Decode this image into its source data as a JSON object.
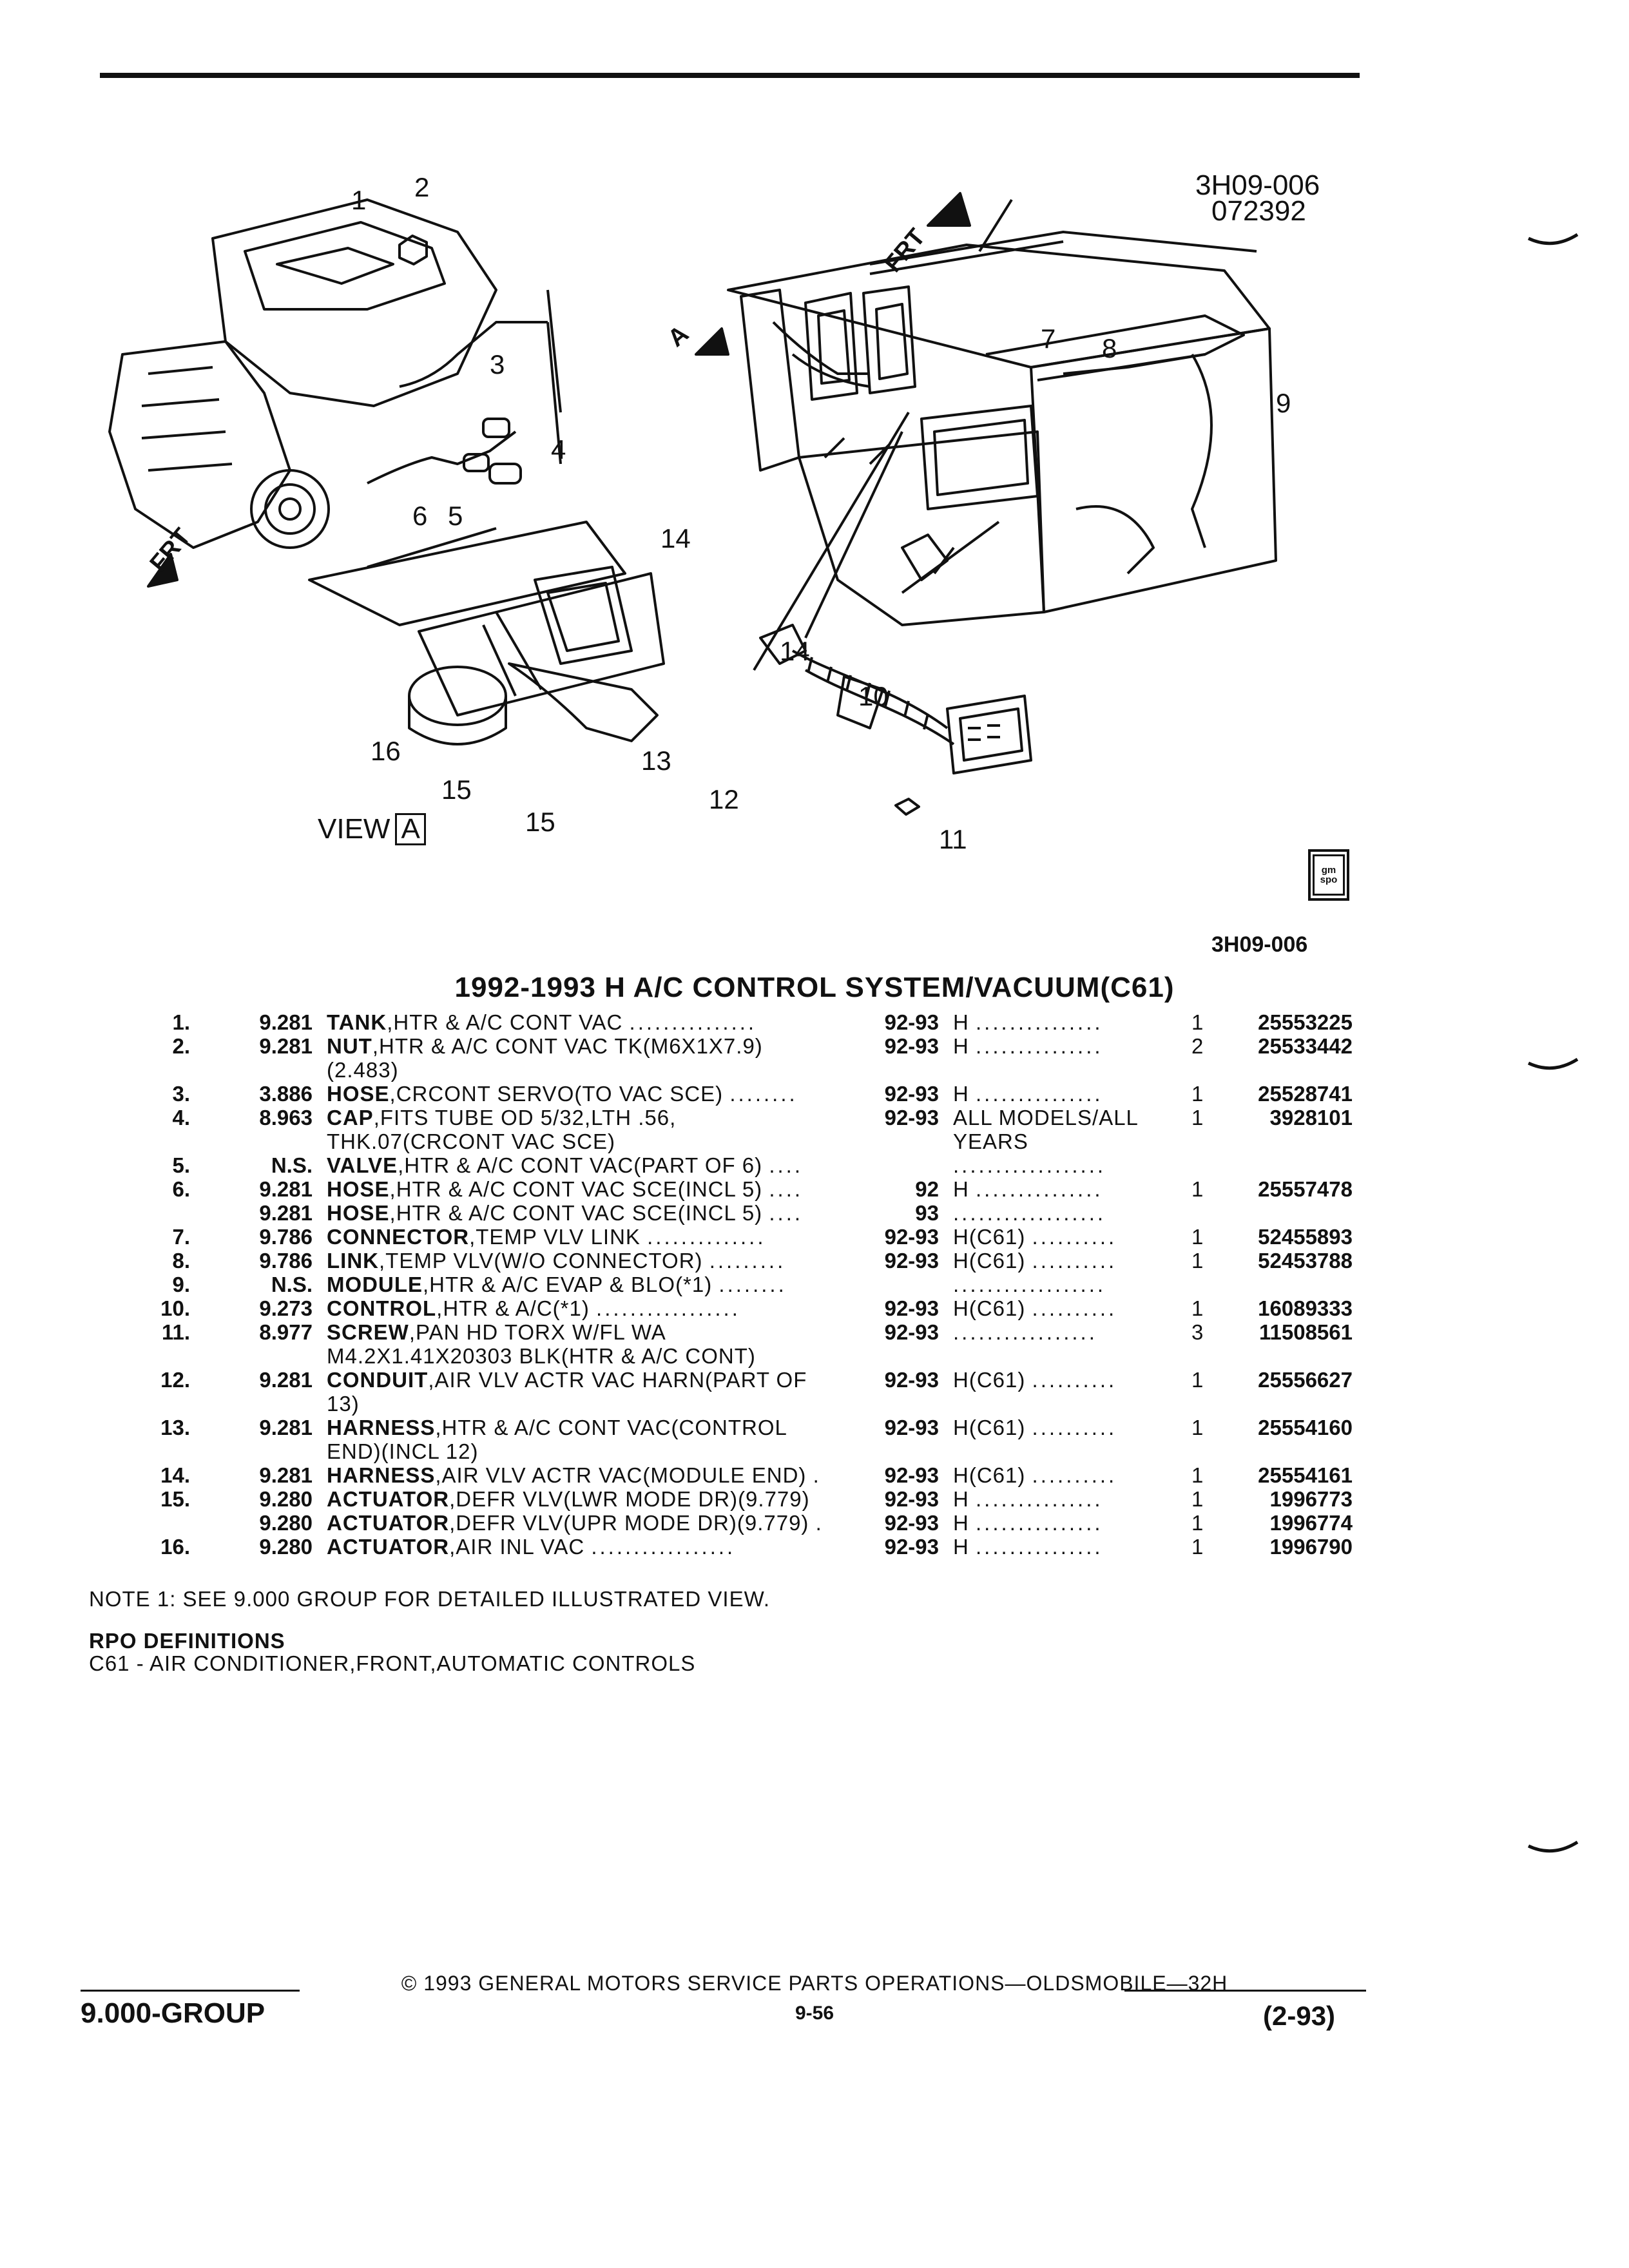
{
  "figure": {
    "code": "3H09-006",
    "date_code": "072392",
    "code_below": "3H09-006",
    "view_label": "VIEW",
    "view_letter": "A",
    "arrow_front": "FRT",
    "arrow_view": "A",
    "callouts": [
      "1",
      "2",
      "3",
      "4",
      "5",
      "6",
      "7",
      "8",
      "9",
      "10",
      "11",
      "12",
      "13",
      "14",
      "14",
      "15",
      "15",
      "16"
    ],
    "logo_text": "gm spo"
  },
  "title": "1992-1993 H A/C CONTROL SYSTEM/VACUUM(C61)",
  "parts": [
    {
      "num": "1.",
      "group": "9.281",
      "name": "TANK",
      "desc": ",HTR & A/C CONT VAC",
      "dots": "...............",
      "years": "92-93",
      "model": "H",
      "mdots": "...............",
      "qty": "1",
      "pn": "25553225"
    },
    {
      "num": "2.",
      "group": "9.281",
      "name": "NUT",
      "desc": ",HTR & A/C CONT VAC TK(M6X1X7.9)",
      "dots": "",
      "years": "92-93",
      "model": "H",
      "mdots": "...............",
      "qty": "2",
      "pn": "25533442"
    },
    {
      "num": "",
      "group": "",
      "name": "",
      "desc": "(2.483)",
      "dots": "",
      "years": "",
      "model": "",
      "mdots": "",
      "qty": "",
      "pn": ""
    },
    {
      "num": "3.",
      "group": "3.886",
      "name": "HOSE",
      "desc": ",CRCONT SERVO(TO VAC SCE)",
      "dots": "........",
      "years": "92-93",
      "model": "H",
      "mdots": "...............",
      "qty": "1",
      "pn": "25528741"
    },
    {
      "num": "4.",
      "group": "8.963",
      "name": "CAP",
      "desc": ",FITS TUBE OD 5/32,LTH .56,",
      "dots": "",
      "years": "92-93",
      "model": "ALL MODELS/ALL",
      "mdots": "",
      "qty": "1",
      "pn": "3928101"
    },
    {
      "num": "",
      "group": "",
      "name": "",
      "desc": "THK.07(CRCONT VAC SCE)",
      "dots": "",
      "years": "",
      "model": "YEARS",
      "mdots": "",
      "qty": "",
      "pn": ""
    },
    {
      "num": "5.",
      "group": "N.S.",
      "name": "VALVE",
      "desc": ",HTR & A/C CONT VAC(PART OF 6)",
      "dots": "....",
      "years": "",
      "model": "",
      "mdots": "..................",
      "qty": "",
      "pn": ""
    },
    {
      "num": "6.",
      "group": "9.281",
      "name": "HOSE",
      "desc": ",HTR & A/C CONT VAC SCE(INCL 5)",
      "dots": "....",
      "years": "92",
      "model": "H",
      "mdots": "...............",
      "qty": "1",
      "pn": "25557478"
    },
    {
      "num": "",
      "group": "9.281",
      "name": "HOSE",
      "desc": ",HTR & A/C CONT VAC SCE(INCL 5)",
      "dots": "....",
      "years": "93",
      "model": "",
      "mdots": "..................",
      "qty": "",
      "pn": ""
    },
    {
      "num": "7.",
      "group": "9.786",
      "name": "CONNECTOR",
      "desc": ",TEMP VLV LINK",
      "dots": "..............",
      "years": "92-93",
      "model": "H(C61)",
      "mdots": "..........",
      "qty": "1",
      "pn": "52455893"
    },
    {
      "num": "8.",
      "group": "9.786",
      "name": "LINK",
      "desc": ",TEMP VLV(W/O CONNECTOR)",
      "dots": ".........",
      "years": "92-93",
      "model": "H(C61)",
      "mdots": "..........",
      "qty": "1",
      "pn": "52453788"
    },
    {
      "num": "9.",
      "group": "N.S.",
      "name": "MODULE",
      "desc": ",HTR & A/C EVAP & BLO(*1)",
      "dots": "........",
      "years": "",
      "model": "",
      "mdots": "..................",
      "qty": "",
      "pn": ""
    },
    {
      "num": "10.",
      "group": "9.273",
      "name": "CONTROL",
      "desc": ",HTR & A/C(*1)",
      "dots": ".................",
      "years": "92-93",
      "model": "H(C61)",
      "mdots": "..........",
      "qty": "1",
      "pn": "16089333"
    },
    {
      "num": "11.",
      "group": "8.977",
      "name": "SCREW",
      "desc": ",PAN HD TORX W/FL WA",
      "dots": "",
      "years": "92-93",
      "model": "",
      "mdots": ".................",
      "qty": "3",
      "pn": "11508561"
    },
    {
      "num": "",
      "group": "",
      "name": "",
      "desc": "M4.2X1.41X20303 BLK(HTR & A/C CONT)",
      "dots": "",
      "years": "",
      "model": "",
      "mdots": "",
      "qty": "",
      "pn": ""
    },
    {
      "num": "12.",
      "group": "9.281",
      "name": "CONDUIT",
      "desc": ",AIR VLV ACTR VAC HARN(PART OF",
      "dots": "",
      "years": "92-93",
      "model": "H(C61)",
      "mdots": "..........",
      "qty": "1",
      "pn": "25556627"
    },
    {
      "num": "",
      "group": "",
      "name": "",
      "desc": "13)",
      "dots": "",
      "years": "",
      "model": "",
      "mdots": "",
      "qty": "",
      "pn": ""
    },
    {
      "num": "13.",
      "group": "9.281",
      "name": "HARNESS",
      "desc": ",HTR & A/C CONT VAC(CONTROL",
      "dots": "",
      "years": "92-93",
      "model": "H(C61)",
      "mdots": "..........",
      "qty": "1",
      "pn": "25554160"
    },
    {
      "num": "",
      "group": "",
      "name": "",
      "desc": "END)(INCL 12)",
      "dots": "",
      "years": "",
      "model": "",
      "mdots": "",
      "qty": "",
      "pn": ""
    },
    {
      "num": "14.",
      "group": "9.281",
      "name": "HARNESS",
      "desc": ",AIR VLV ACTR VAC(MODULE END)",
      "dots": ".",
      "years": "92-93",
      "model": "H(C61)",
      "mdots": "..........",
      "qty": "1",
      "pn": "25554161"
    },
    {
      "num": "15.",
      "group": "9.280",
      "name": "ACTUATOR",
      "desc": ",DEFR VLV(LWR MODE DR)(9.779)",
      "dots": "",
      "years": "92-93",
      "model": "H",
      "mdots": "...............",
      "qty": "1",
      "pn": "1996773"
    },
    {
      "num": "",
      "group": "9.280",
      "name": "ACTUATOR",
      "desc": ",DEFR VLV(UPR MODE DR)(9.779)",
      "dots": ".",
      "years": "92-93",
      "model": "H",
      "mdots": "...............",
      "qty": "1",
      "pn": "1996774"
    },
    {
      "num": "16.",
      "group": "9.280",
      "name": "ACTUATOR",
      "desc": ",AIR INL VAC",
      "dots": ".................",
      "years": "92-93",
      "model": "H",
      "mdots": "...............",
      "qty": "1",
      "pn": "1996790"
    }
  ],
  "note": "NOTE  1:  SEE 9.000 GROUP FOR DETAILED ILLUSTRATED VIEW.",
  "rpo": {
    "heading": "RPO DEFINITIONS",
    "definition": "C61 - AIR CONDITIONER,FRONT,AUTOMATIC CONTROLS"
  },
  "footer": {
    "copyright": "© 1993  GENERAL MOTORS SERVICE PARTS OPERATIONS—OLDSMOBILE—32H",
    "group": "9.000-GROUP",
    "page": "9-56",
    "date": "(2-93)"
  }
}
